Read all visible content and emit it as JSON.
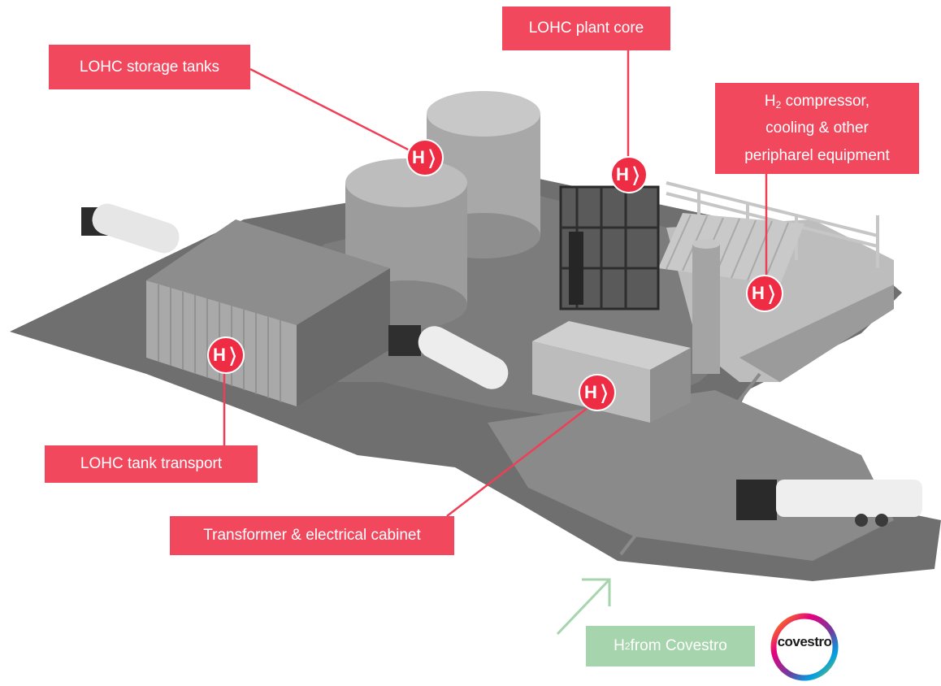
{
  "labels": {
    "storage_tanks": "LOHC storage tanks",
    "plant_core": "LOHC plant core",
    "compressor_line1_prefix": "H",
    "compressor_line1_sub": "2",
    "compressor_line1_suffix": " compressor,",
    "compressor_line2": "cooling & other",
    "compressor_line3": "peripharel equipment",
    "tank_transport": "LOHC tank transport",
    "transformer": "Transformer & electrical cabinet"
  },
  "source": {
    "prefix": "H",
    "sub": "2",
    "suffix": " from Covestro"
  },
  "badge": {
    "letter": "H",
    "chevron": "❭"
  },
  "logo": {
    "text": "covestro"
  },
  "colors": {
    "label_bg": "#f2485e",
    "badge_bg": "#ee2d45",
    "green_box": "#a6d4ad",
    "connector": "#ef3f57"
  }
}
